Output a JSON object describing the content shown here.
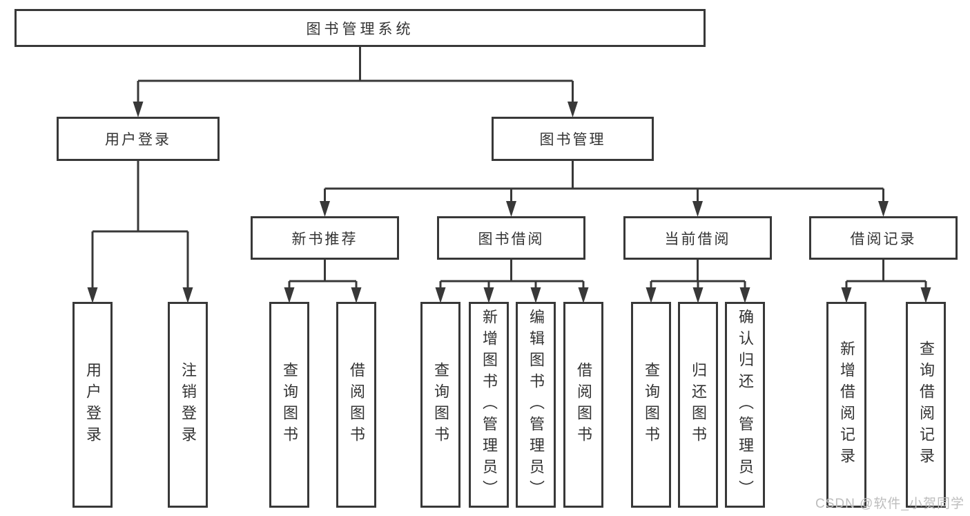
{
  "root": {
    "label": "图书管理系统"
  },
  "level2": [
    {
      "label": "用户登录"
    },
    {
      "label": "图书管理"
    }
  ],
  "level3": [
    {
      "label": "新书推荐",
      "parent": "图书管理"
    },
    {
      "label": "图书借阅",
      "parent": "图书管理"
    },
    {
      "label": "当前借阅",
      "parent": "图书管理"
    },
    {
      "label": "借阅记录",
      "parent": "图书管理"
    }
  ],
  "leaves": [
    {
      "label": "用户登录",
      "parent": "用户登录"
    },
    {
      "label": "注销登录",
      "parent": "用户登录"
    },
    {
      "label": "查询图书",
      "parent": "新书推荐"
    },
    {
      "label": "借阅图书",
      "parent": "新书推荐"
    },
    {
      "label": "查询图书",
      "parent": "图书借阅"
    },
    {
      "label": "新增图书（管理员）",
      "parent": "图书借阅"
    },
    {
      "label": "编辑图书（管理员）",
      "parent": "图书借阅"
    },
    {
      "label": "借阅图书",
      "parent": "图书借阅"
    },
    {
      "label": "查询图书",
      "parent": "当前借阅"
    },
    {
      "label": "归还图书",
      "parent": "当前借阅"
    },
    {
      "label": "确认归还（管理员）",
      "parent": "当前借阅"
    },
    {
      "label": "新增借阅记录",
      "parent": "借阅记录"
    },
    {
      "label": "查询借阅记录",
      "parent": "借阅记录"
    }
  ],
  "watermark": {
    "text": "CSDN @软件_小贺同学"
  },
  "colors": {
    "node_border": "#383838",
    "node_text": "#333333",
    "connector": "#383838",
    "background": "#ffffff",
    "watermark": "#bdbdbd"
  }
}
